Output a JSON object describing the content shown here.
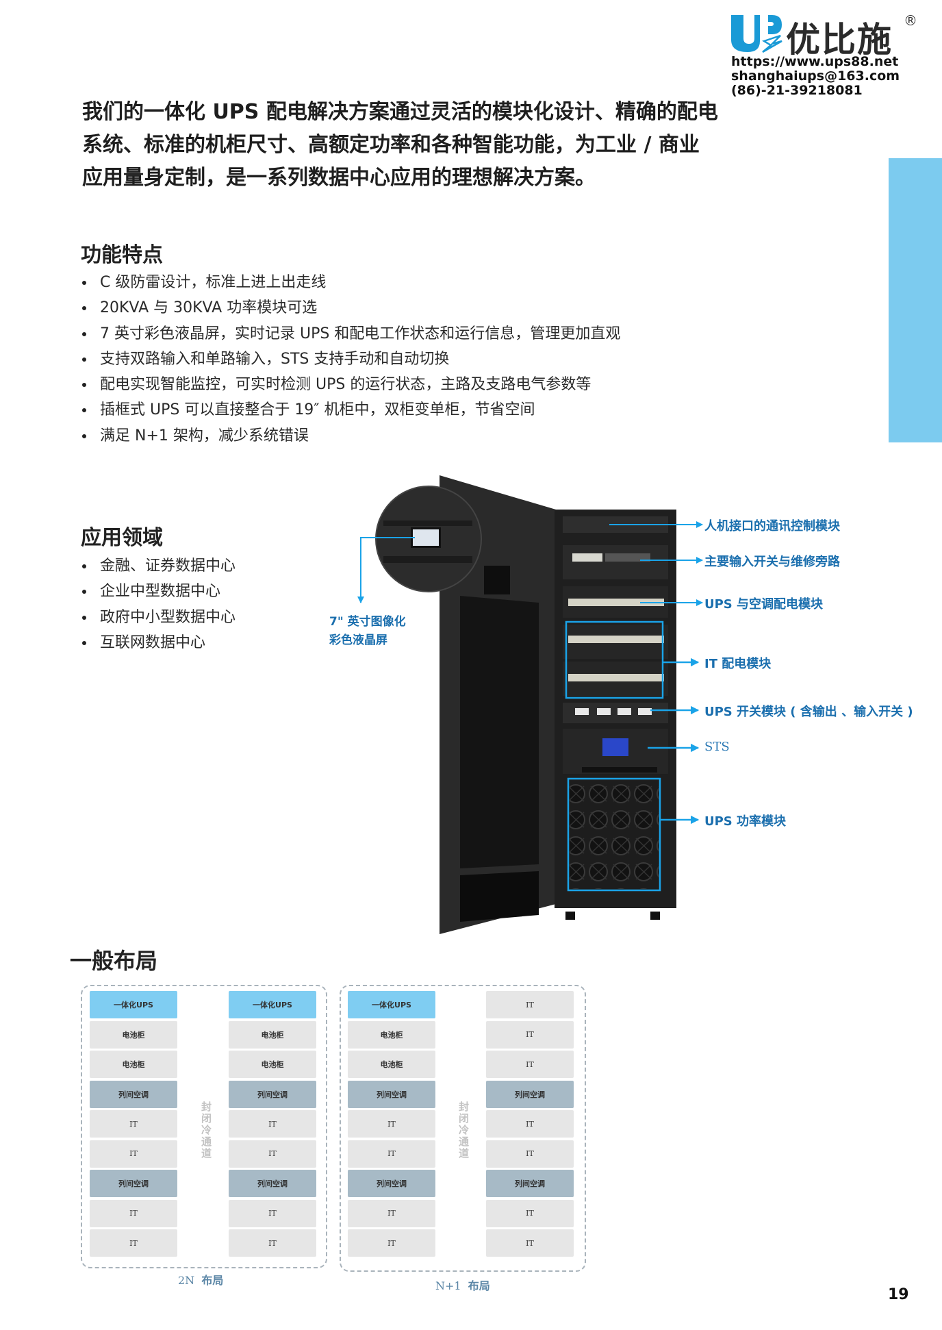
{
  "header": {
    "brand_name": "优比施",
    "registered_mark": "®",
    "logo_letters": "UP",
    "website": "https://www.ups88.net",
    "email": "shanghaiups@163.com",
    "phone": "(86)-21-39218081"
  },
  "intro": {
    "lines": [
      "我们的一体化 UPS 配电解决方案通过灵活的模块化设计、精确的配电",
      "系统、标准的机柜尺寸、高额定功率和各种智能功能，为工业 / 商业",
      "应用量身定制，是一系列数据中心应用的理想解决方案。"
    ]
  },
  "features": {
    "title": "功能特点",
    "items": [
      "C 级防雷设计，标准上进上出走线",
      "20KVA 与 30KVA 功率模块可选",
      "7 英寸彩色液晶屏，实时记录 UPS 和配电工作状态和运行信息，管理更加直观",
      "支持双路输入和单路输入，STS 支持手动和自动切换",
      "配电实现智能监控，可实时检测 UPS 的运行状态，主路及支路电气参数等",
      "插框式 UPS 可以直接整合于 19″ 机柜中，双柜变单柜，节省空间",
      "满足 N+1 架构，减少系统错误"
    ]
  },
  "applications": {
    "title": "应用领域",
    "items": [
      "金融、证券数据中心",
      "企业中型数据中心",
      "政府中小型数据中心",
      "互联网数据中心"
    ]
  },
  "cabinet": {
    "screen_label_1": "7\" 英寸图像化",
    "screen_label_2": "彩色液晶屏",
    "callouts": [
      "人机接口的通讯控制模块",
      "主要输入开关与维修旁路",
      "UPS 与空调配电模块",
      "IT 配电模块",
      "UPS 开关模块 ( 含输出 、输入开关 )",
      "STS",
      "UPS 功率模块"
    ]
  },
  "layout": {
    "title": "一般布局",
    "aisle_label": "封闭冷通道",
    "diagrams": [
      {
        "caption_en": "2N",
        "caption_cn": "布局",
        "columns": [
          [
            "一体化UPS",
            "电池柜",
            "电池柜",
            "列间空调",
            "IT",
            "IT",
            "列间空调",
            "IT",
            "IT"
          ],
          [
            "一体化UPS",
            "电池柜",
            "电池柜",
            "列间空调",
            "IT",
            "IT",
            "列间空调",
            "IT",
            "IT"
          ]
        ]
      },
      {
        "caption_en": "N+1",
        "caption_cn": "布局",
        "columns": [
          [
            "一体化UPS",
            "电池柜",
            "电池柜",
            "列间空调",
            "IT",
            "IT",
            "列间空调",
            "IT",
            "IT"
          ],
          [
            "IT",
            "IT",
            "IT",
            "列间空调",
            "IT",
            "IT",
            "列间空调",
            "IT",
            "IT"
          ]
        ]
      }
    ]
  },
  "page_number": "19",
  "colors": {
    "accent": "#7ccbef",
    "callout": "#1b6fae",
    "arrow": "#1aa3e8",
    "ups_cell": "#7fcdf2",
    "ac_cell": "#a7bac6",
    "plain_cell": "#e6e6e6"
  }
}
